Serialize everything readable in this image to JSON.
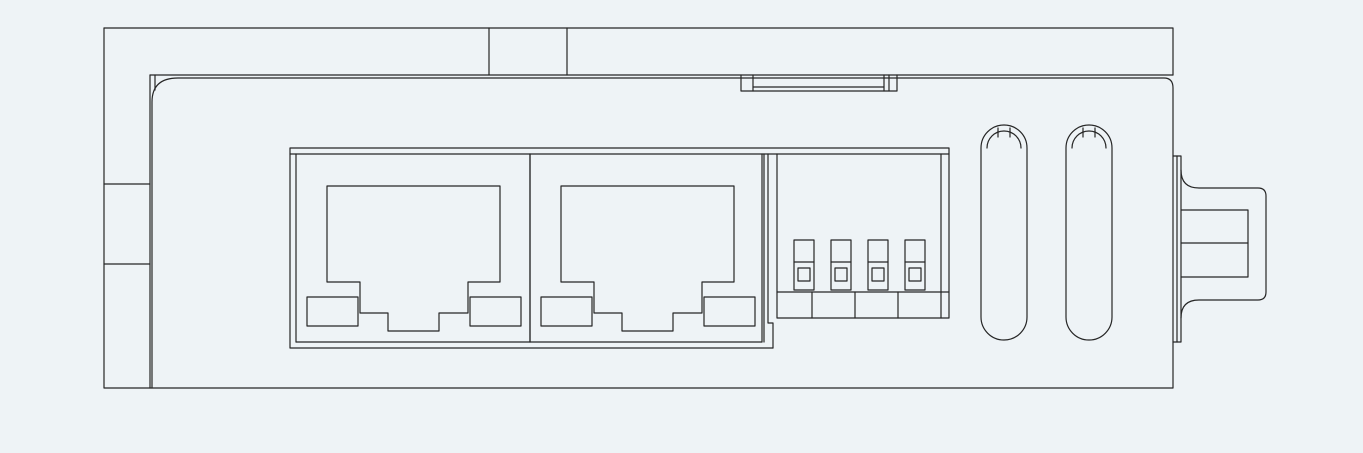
{
  "diagram": {
    "rj45_ports": 2,
    "dip_switches": 4,
    "mounting_slots": 2,
    "colors": {
      "background": "#eef3f6",
      "line": "#262626"
    }
  }
}
